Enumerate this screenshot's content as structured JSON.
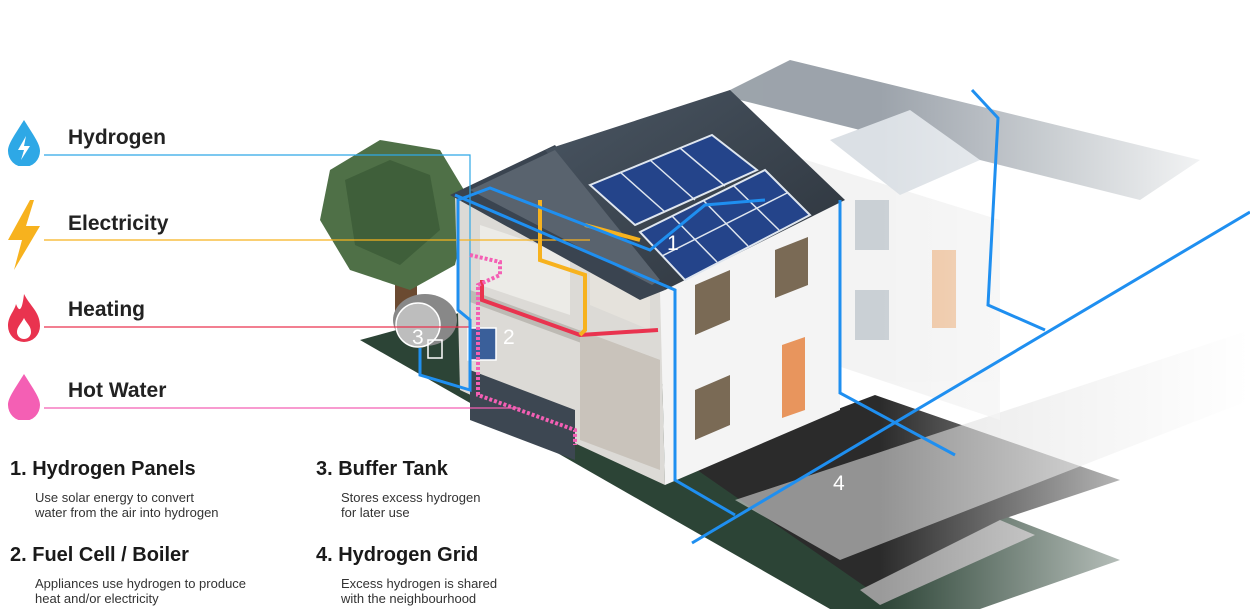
{
  "legend": [
    {
      "label": "Hydrogen",
      "icon": "hydrogen-drop-icon",
      "color": "#2ea8e6"
    },
    {
      "label": "Electricity",
      "icon": "lightning-bolt-icon",
      "color": "#f7b21e"
    },
    {
      "label": "Heating",
      "icon": "flame-icon",
      "color": "#e9334f"
    },
    {
      "label": "Hot Water",
      "icon": "hot-water-drop-icon",
      "color": "#f45fb4"
    }
  ],
  "steps": [
    {
      "title": "1. Hydrogen Panels",
      "description_lines": [
        "Use solar energy to convert",
        "water from the air into hydrogen"
      ]
    },
    {
      "title": "2. Fuel Cell / Boiler",
      "description_lines": [
        "Appliances use hydrogen to produce",
        "heat and/or electricity"
      ]
    },
    {
      "title": "3. Buffer Tank",
      "description_lines": [
        "Stores excess hydrogen",
        "for later use"
      ]
    },
    {
      "title": "4. Hydrogen Grid",
      "description_lines": [
        "Excess hydrogen is shared",
        "with the neighbourhood"
      ]
    }
  ],
  "callouts": [
    "1",
    "2",
    "3",
    "4"
  ],
  "colors": {
    "hydrogen": "#2ea8e6",
    "electricity": "#f7b21e",
    "heating": "#e9334f",
    "hot_water": "#f45fb4",
    "grid_line": "#1f8ff0"
  }
}
